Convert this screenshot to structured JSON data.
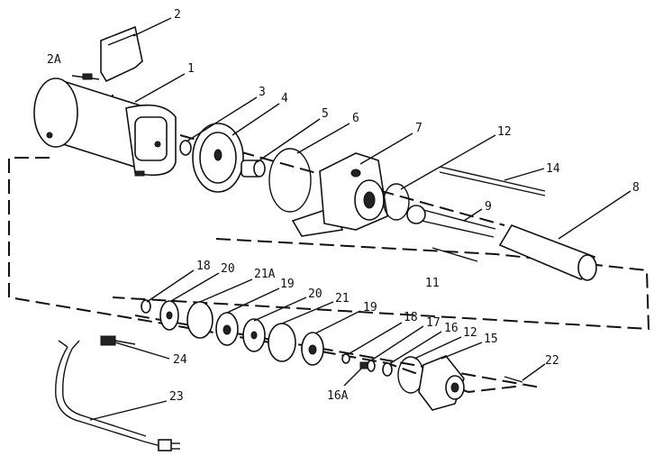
{
  "labels": {
    "l1": "1",
    "l2": "2",
    "l2a": "2A",
    "l3": "3",
    "l4": "4",
    "l5": "5",
    "l6": "6",
    "l7": "7",
    "l8": "8",
    "l9": "9",
    "l11": "11",
    "l12a": "12",
    "l12b": "12",
    "l14": "14",
    "l15": "15",
    "l16": "16",
    "l16a": "16A",
    "l17": "17",
    "l18a": "18",
    "l18b": "18",
    "l19a": "19",
    "l19b": "19",
    "l20a": "20",
    "l20b": "20",
    "l21": "21",
    "l21a": "21A",
    "l22": "22",
    "l23": "23",
    "l24": "24"
  }
}
